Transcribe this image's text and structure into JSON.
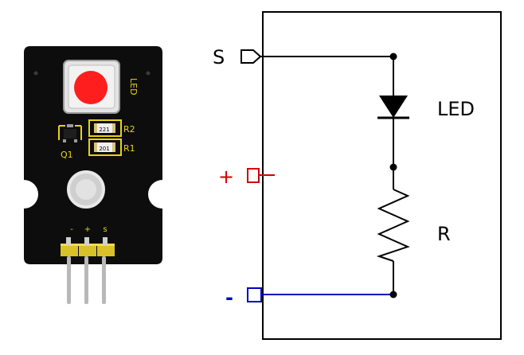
{
  "module": {
    "pcb_color": "#0d0d0d",
    "silk_color": "#e6d21a",
    "led_color": "#ff1e1e",
    "led_label": "LED",
    "r2_label": "R2",
    "r1_label": "R1",
    "q1_label": "Q1",
    "r2_code": "221",
    "r1_code": "201",
    "pin_labels": [
      "-",
      "+",
      "s"
    ]
  },
  "schematic": {
    "signal_label": "S",
    "plus_label": "+",
    "minus_label": "-",
    "led_label": "LED",
    "resistor_label": "R",
    "colors": {
      "signal": "#000000",
      "plus": "#d00000",
      "minus": "#0000c8"
    }
  }
}
